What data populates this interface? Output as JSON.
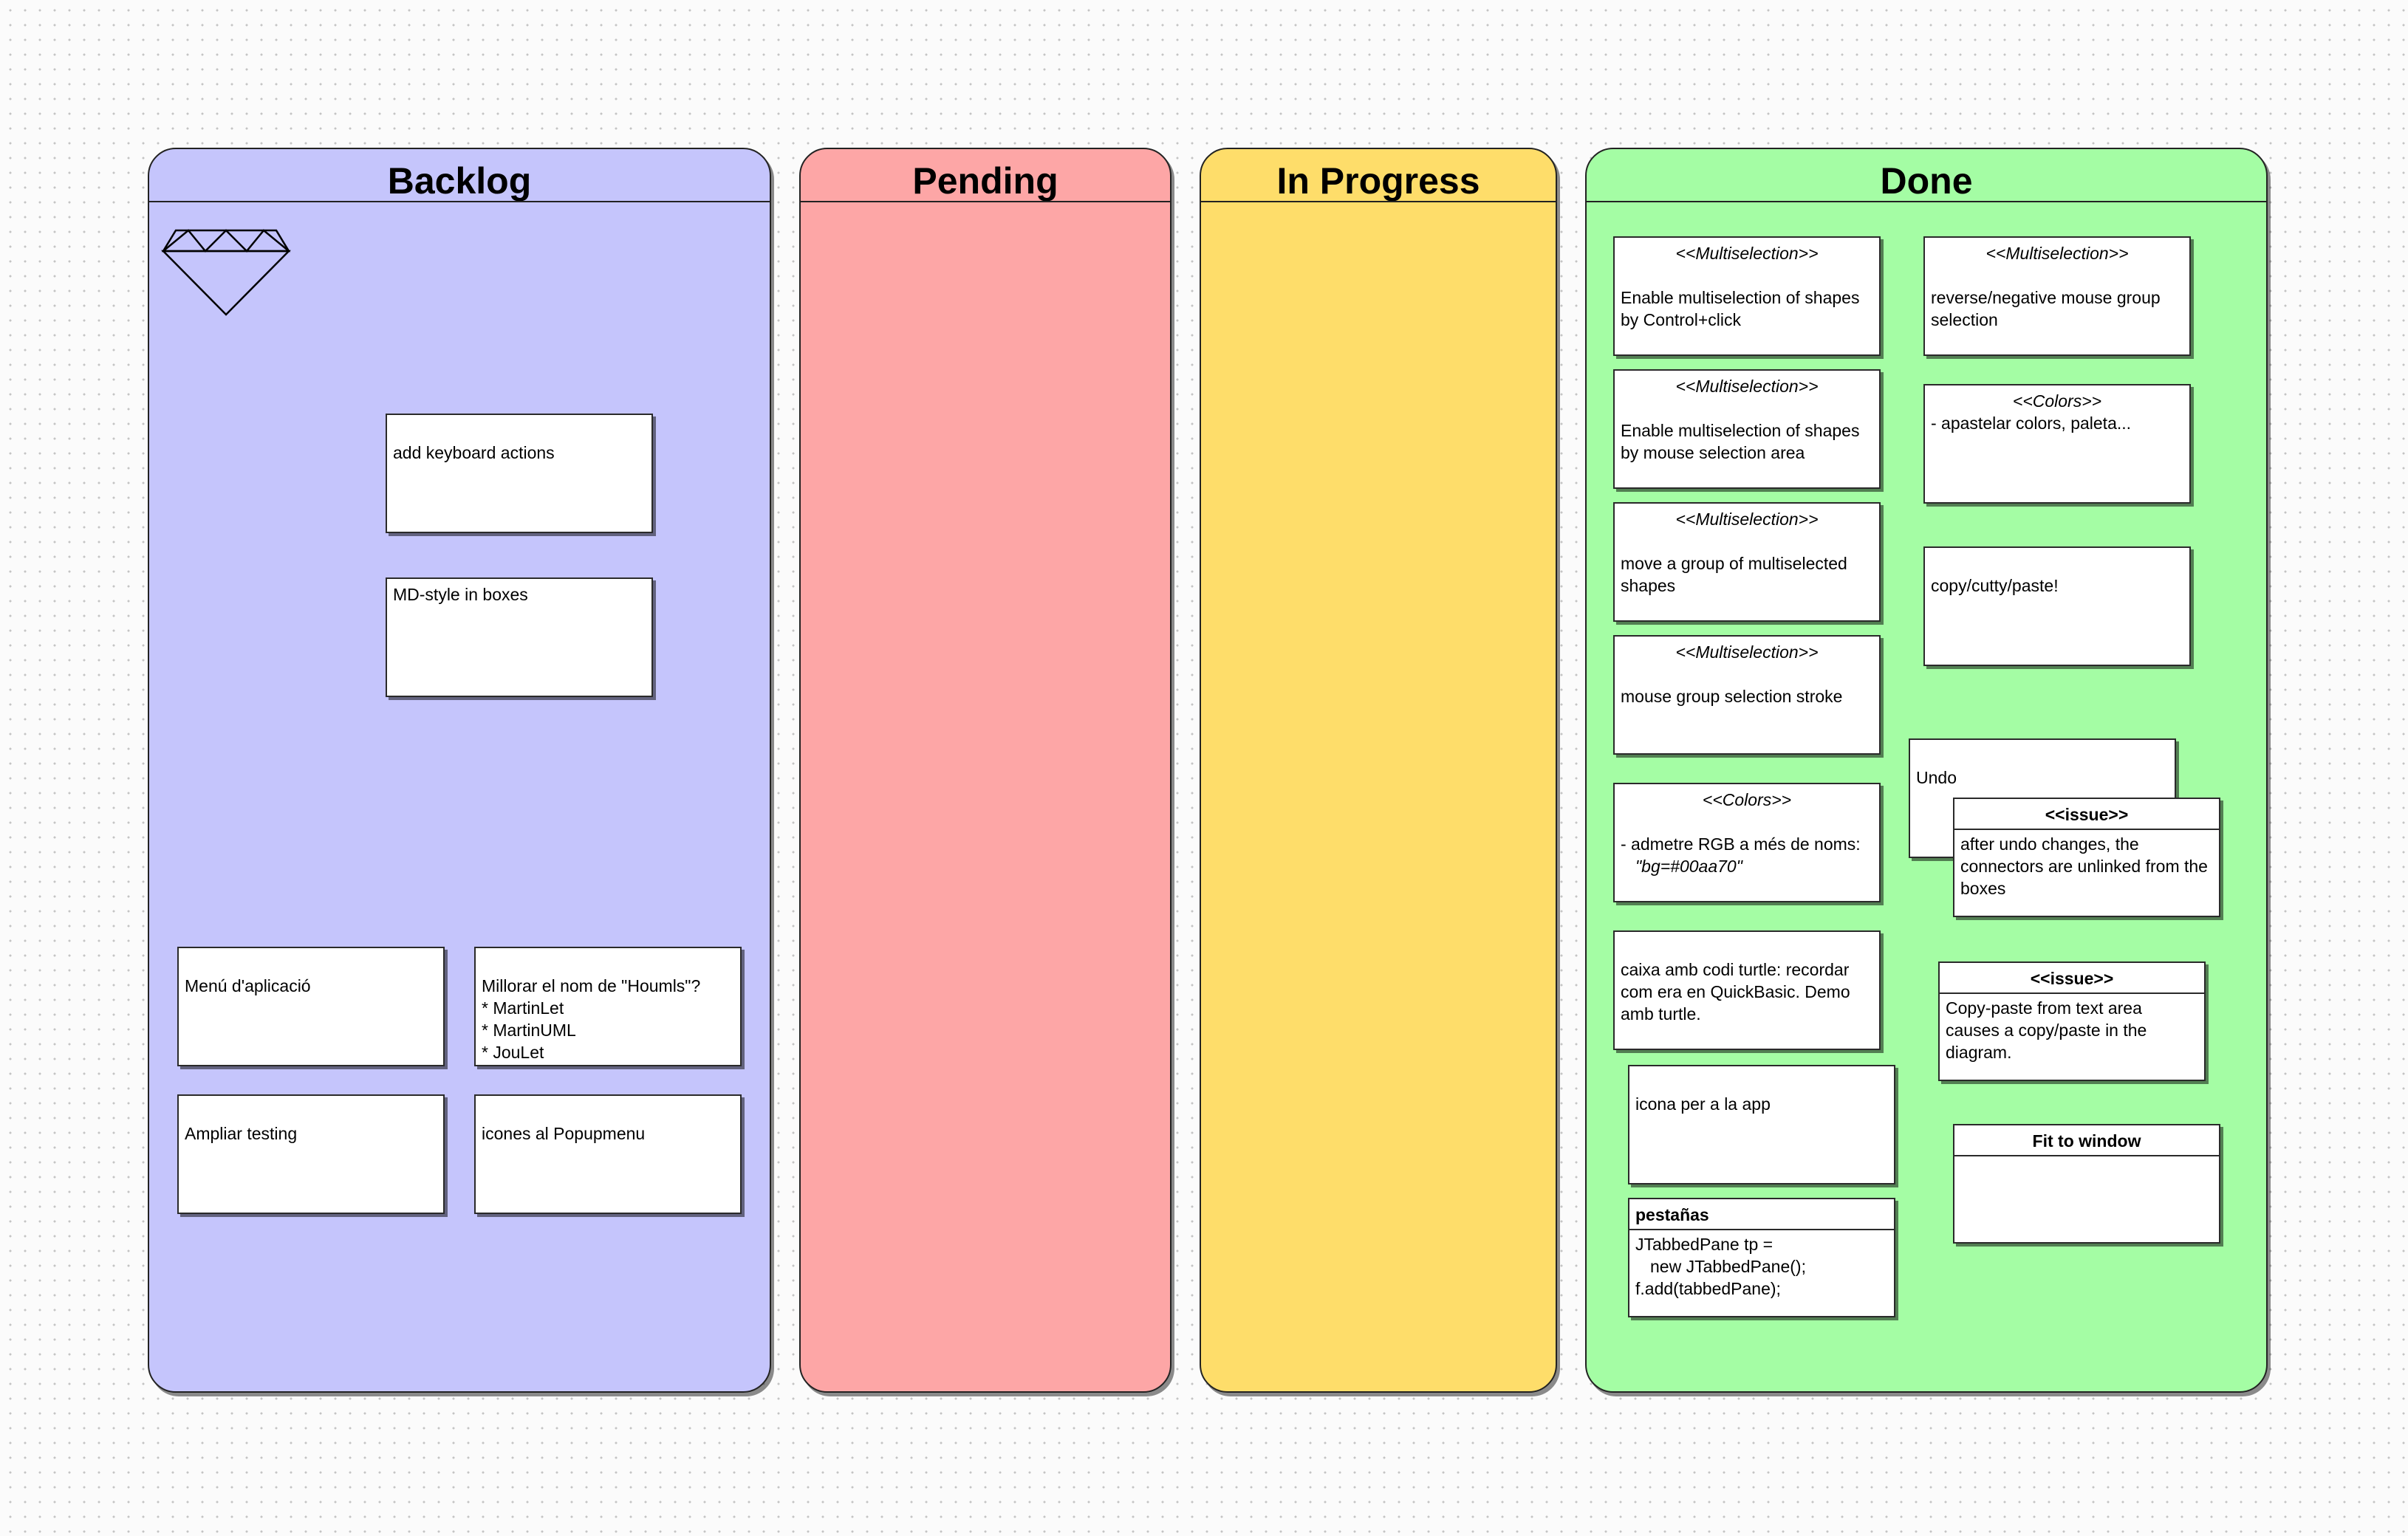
{
  "lanes": {
    "backlog": {
      "title": "Backlog",
      "color": "#c5c5fc"
    },
    "pending": {
      "title": "Pending",
      "color": "#fda6a6"
    },
    "in_progress": {
      "title": "In Progress",
      "color": "#fedd6a"
    },
    "done": {
      "title": "Done",
      "color": "#a4fda4"
    }
  },
  "backlog_cards": {
    "keyboard": "add keyboard actions",
    "md_style": "MD-style in boxes",
    "menu": "Menú d'aplicació",
    "rename": "Millorar el nom de \"Houmls\"?\n * MartinLet\n * MartinUML\n * JouLet",
    "testing": "Ampliar testing",
    "icons_popup": "icones al Popupmenu"
  },
  "done_cards": {
    "ms1": {
      "stereotype": "<<Multiselection>>",
      "text": "Enable multiselection of shapes by Control+click"
    },
    "ms2": {
      "stereotype": "<<Multiselection>>",
      "text": "Enable multiselection of shapes by mouse selection area"
    },
    "ms3": {
      "stereotype": "<<Multiselection>>",
      "text": "move a group of multiselected shapes"
    },
    "ms4": {
      "stereotype": "<<Multiselection>>",
      "text": "mouse group selection stroke"
    },
    "colors1": {
      "stereotype": "<<Colors>>",
      "text": "- admetre RGB a més de noms:",
      "code": "\"bg=#00aa70\""
    },
    "turtle": "caixa amb codi turtle: recordar com era en QuickBasic. Demo amb turtle.",
    "app_icon": "icona per a la app",
    "tabs": {
      "title": "pestañas",
      "lines": [
        "JTabbedPane tp =",
        "new JTabbedPane();",
        "f.add(tabbedPane);"
      ]
    },
    "ms5": {
      "stereotype": "<<Multiselection>>",
      "text": "reverse/negative mouse group selection"
    },
    "colors2": {
      "stereotype": "<<Colors>>",
      "text": "- apastelar colors, paleta..."
    },
    "copy": "copy/cutty/paste!",
    "undo": "Undo",
    "issue1": {
      "title": "<<issue>>",
      "text": "after undo changes, the connectors are unlinked from the boxes"
    },
    "issue2": {
      "title": "<<issue>>",
      "text": "Copy-paste from text area causes a copy/paste in the diagram."
    },
    "fit": {
      "title": "Fit to window",
      "text": ""
    }
  }
}
